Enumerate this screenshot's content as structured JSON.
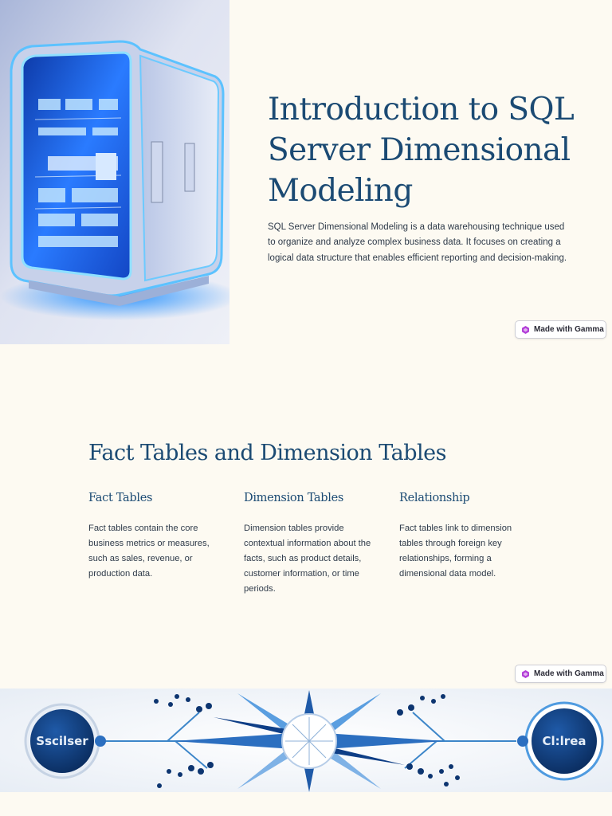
{
  "slide1": {
    "title": "Introduction to SQL Server Dimensional Modeling",
    "description": " SQL Server Dimensional Modeling is a data warehousing technique used to organize and analyze complex business data. It focuses on creating a logical data structure that enables efficient reporting and decision-making.",
    "image": "server-cabinet-illustration"
  },
  "badge": {
    "label": "Made with Gamma",
    "icon": "gamma-logo-icon"
  },
  "slide2": {
    "title": "Fact Tables and Dimension Tables",
    "columns": [
      {
        "heading": "Fact Tables",
        "body": "Fact tables contain the core business metrics or measures, such as sales, revenue, or production data."
      },
      {
        "heading": "Dimension Tables",
        "body": "Dimension tables provide contextual information about the facts, such as product details, customer information, or time periods."
      },
      {
        "heading": "Relationship",
        "body": "Fact tables link to dimension tables through foreign key relationships, forming a dimensional data model."
      }
    ]
  },
  "slide3": {
    "image": "star-schema-illustration",
    "left_node_text": "Sscilser",
    "right_node_text": "Cl:lrea"
  },
  "colors": {
    "heading": "#1b4a73",
    "body_text": "#2f3b4a",
    "background": "#fdfaf2",
    "accent_blue": "#1e6fd9"
  }
}
